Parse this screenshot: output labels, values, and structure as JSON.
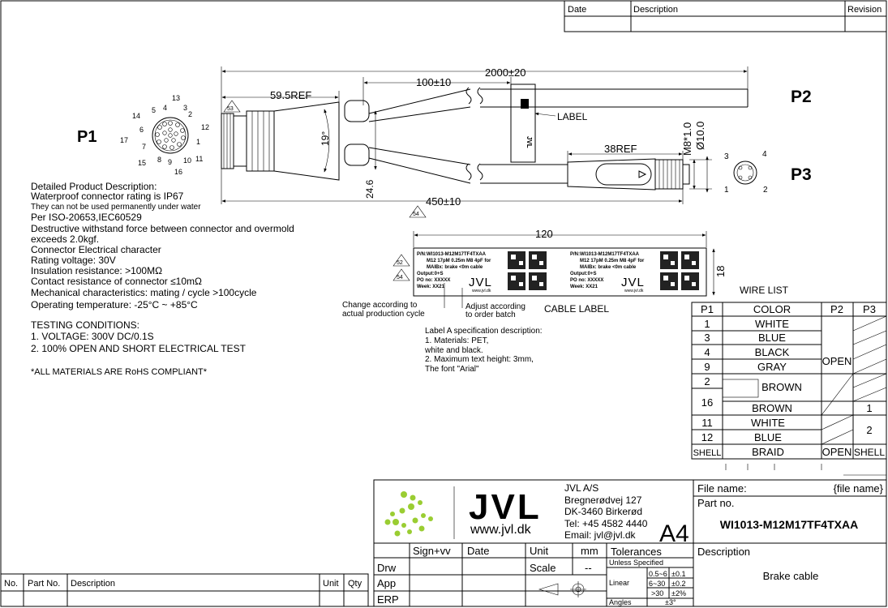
{
  "revision_table": {
    "headers": [
      "Date",
      "Description",
      "Revision"
    ]
  },
  "ports": {
    "p1": "P1",
    "p2": "P2",
    "p3": "P3"
  },
  "dimensions": {
    "total_length": "2000±20",
    "split_length": "100±10",
    "connector_ref": "59.5REF",
    "branch_length": "450±10",
    "p3_ref": "38REF",
    "p3_thread": "M8*1.0",
    "p3_diameter": "Ø10.0",
    "spread_19": "19°",
    "spread_246": "24.6",
    "label_width": "120",
    "label_height": "18"
  },
  "p1_pins": [
    "1",
    "2",
    "3",
    "4",
    "5",
    "6",
    "7",
    "8",
    "9",
    "10",
    "11",
    "12",
    "13",
    "14",
    "15",
    "16",
    "17"
  ],
  "p3_pins": [
    "1",
    "2",
    "3",
    "4"
  ],
  "callouts": {
    "label": "LABEL",
    "note53": "53",
    "note54": "54",
    "note52": "52"
  },
  "product_description": [
    "Detailed Product Description:",
    "Waterproof connector rating is IP67",
    "They can not be used permanently under water",
    "Per ISO-20653,IEC60529",
    "Destructive withstand force between connector and overmold",
    "exceeds 2.0kgf.",
    "Connector Electrical character",
    "Rating voltage: 30V",
    "Insulation resistance: >100MΩ",
    "Contact resistance of connector ≤10mΩ",
    "Mechanical characteristics: mating / cycle >100cycle",
    "Operating temperature: -25°C ~ +85°C"
  ],
  "testing_conditions": [
    "TESTING CONDITIONS:",
    "1. VOLTAGE: 300V DC/0.1S",
    "2. 100% OPEN AND SHORT ELECTRICAL TEST"
  ],
  "rohs": "*ALL MATERIALS ARE RoHS COMPLIANT*",
  "cable_label": {
    "title": "CABLE LABEL",
    "left_text": [
      "P/N:WI1013-M12M17TF4TXAA",
      "M12 17pM 0.25m M8 4pF for",
      "MAIBx: brake <0m cable",
      "Output:0+S",
      "PO no: XXXXX",
      "Week: XX21"
    ],
    "right_text": [
      "P/N:WI1013-M12M17TF4TXAA",
      "M12 17pM 0.25m M8 4pF for",
      "MAIBx: brake <0m cable",
      "Output:0+S",
      "PO no: XXXXX",
      "Week: XX21"
    ],
    "logo": "JVL",
    "url": "www.jvl.dk",
    "note_left": [
      "Change according to",
      "actual production cycle"
    ],
    "note_right": [
      "Adjust according",
      "to order batch"
    ]
  },
  "label_spec": [
    "Label A specification description:",
    "1. Materials: PET,",
    "white and black.",
    "2. Maximum text height: 3mm,",
    "The font \"Arial\""
  ],
  "wire_list": {
    "title": "WIRE LIST",
    "headers": [
      "P1",
      "COLOR",
      "P2",
      "P3"
    ],
    "rows": [
      {
        "p1": "1",
        "color": "WHITE"
      },
      {
        "p1": "3",
        "color": "BLUE"
      },
      {
        "p1": "4",
        "color": "BLACK"
      },
      {
        "p1": "9",
        "color": "GRAY"
      },
      {
        "p1": "2",
        "color": "BROWN"
      },
      {
        "p1": "16",
        "color": "BROWN"
      },
      {
        "p1": "11",
        "color": "WHITE"
      },
      {
        "p1": "12",
        "color": "BLUE"
      },
      {
        "p1": "SHELL",
        "color": "BRAID"
      }
    ],
    "p2_open": "OPEN",
    "p3_one": "1",
    "p3_two": "2",
    "shell_p2": "OPEN",
    "shell_p3": "SHELL"
  },
  "title_block": {
    "company": "JVL A/S",
    "address1": "Bregnerødvej 127",
    "address2": "DK-3460 Birkerød",
    "tel": "Tel: +45 4582 4440",
    "email": "Email: jvl@jvl.dk",
    "logo": "JVL",
    "url": "www.jvl.dk",
    "size": "A4",
    "file_name_label": "File name:",
    "file_name_value": "{file name}",
    "part_no_label": "Part no.",
    "part_no": "WI1013-M12M17TF4TXAA",
    "description_label": "Description",
    "description": "Brake cable",
    "sign": "Sign+vv",
    "date": "Date",
    "unit": "Unit",
    "unit_value": "mm",
    "scale": "Scale",
    "scale_value": "--",
    "drw": "Drw",
    "app": "App",
    "erp": "ERP",
    "tolerances": "Tolerances",
    "unless": "Unless Specified",
    "linear": "Linear",
    "angles": "Angles",
    "tol_rows": [
      [
        "0.5~6",
        "±0.1"
      ],
      [
        "6~30",
        "±0.2"
      ],
      [
        ">30",
        "±2%"
      ]
    ],
    "angle_tol": "±3°"
  },
  "bom_headers": [
    "No.",
    "Part No.",
    "Description",
    "Unit",
    "Qty"
  ]
}
